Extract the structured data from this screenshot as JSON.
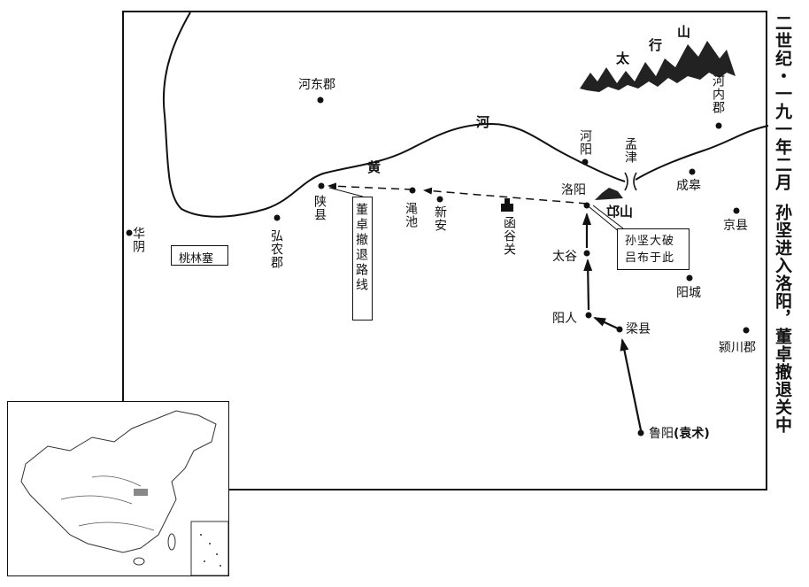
{
  "title": {
    "part1": "二世纪・一九一年二月",
    "part2": "孙坚进入洛阳，董卓撤退关中"
  },
  "mountains": {
    "taihang": [
      "太",
      "行",
      "山"
    ],
    "mangshan": "邙山"
  },
  "river": {
    "huang": "黄",
    "he": "河"
  },
  "places": {
    "hedong": "河东郡",
    "huayin": "华阴",
    "taolinsai": "桃林塞",
    "hongnong": "弘农郡",
    "shanxian": "陕县",
    "mianchi": "渑池",
    "xinan": "新安",
    "hanguguan": "函谷关",
    "luoyang": "洛阳",
    "heyang": "河阳",
    "mengjin": "孟津",
    "chenggao": "成皋",
    "henei": "河内郡",
    "jingxian": "京县",
    "yangcheng": "阳城",
    "yingchuan": "颍川郡",
    "taigu": "太谷",
    "yangren": "阳人",
    "liangxian": "梁县",
    "luyang": "鲁阳",
    "yuanshu": "(袁术)"
  },
  "callouts": {
    "retreat": "董卓撤退路线",
    "victory_line1": "孙坚大破",
    "victory_line2": "吕布于此"
  }
}
